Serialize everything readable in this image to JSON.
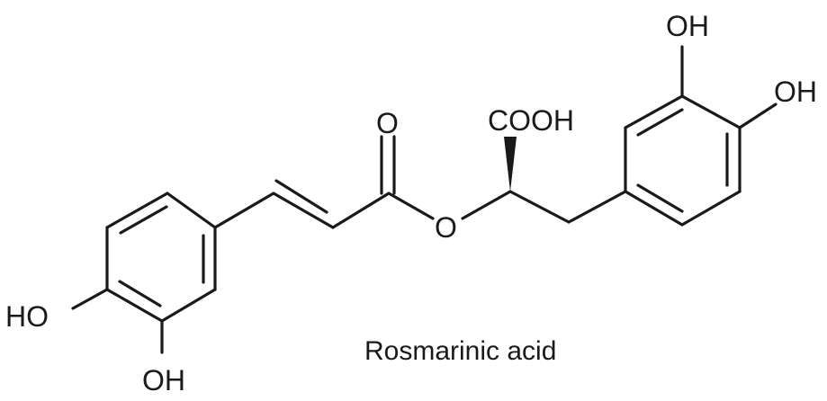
{
  "molecule": {
    "name": "Rosmarinic acid",
    "labels": {
      "ring1_oh_para": "HO",
      "ring1_oh_meta": "OH",
      "carbonyl_o": "O",
      "ester_o": "O",
      "cooh": "COOH",
      "ring2_oh_meta": "OH",
      "ring2_oh_para": "OH"
    },
    "colors": {
      "ink": "#1a1a1a",
      "background": "#ffffff"
    }
  }
}
